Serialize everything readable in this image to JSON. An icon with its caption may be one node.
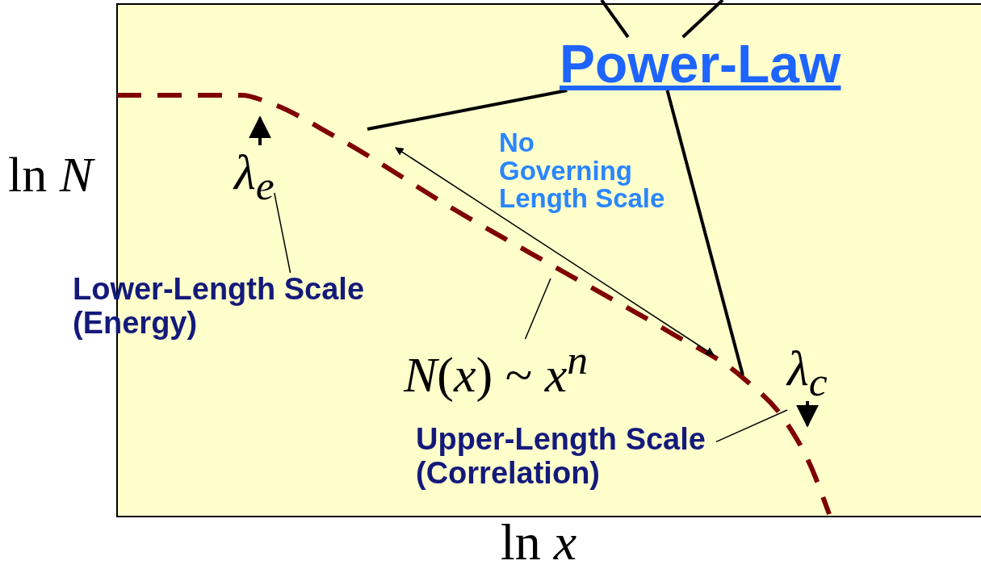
{
  "diagram": {
    "nodes": [
      {
        "text": [
          "Power-Law"
        ]
      },
      {
        "text": [
          "λ$_{e}$"
        ]
      },
      {
        "text": [
          "Lower-Length Scale (Energy)"
        ]
      },
      {
        "text": [
          "*N*(*x*) ~ *x*$^{n}$"
        ]
      },
      {
        "text": [
          "Upper-Length Scale (Correlation)"
        ]
      }
    ],
    "edges": [
      {
        "from": 0,
        "to": null,
        "arrow": "none"
      },
      {
        "from": 0,
        "to": null,
        "arrow": "none"
      },
      {
        "from": 0,
        "to": null,
        "arrow": "none"
      },
      {
        "from": 0,
        "to": null,
        "arrow": "none"
      },
      {
        "from": 1,
        "to": 2,
        "arrow": "none"
      },
      {
        "from": 3,
        "to": null,
        "arrow": "none"
      },
      {
        "from": 4,
        "to": null,
        "arrow": "none"
      }
    ],
    "labels": [
      "ln *N*",
      "No Governing Length Scale",
      "λ$_{c}$",
      "ln *x*"
    ]
  }
}
